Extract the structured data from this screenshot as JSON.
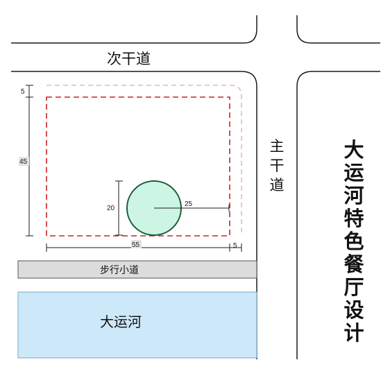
{
  "labels": {
    "secondary_road": "次干道",
    "main_road": "主干道",
    "walkway": "步行小道",
    "river": "大运河",
    "title": "大运河特色餐厅设计"
  },
  "dimensions": {
    "top_setback": "5",
    "site_depth": "45",
    "circle_diameter": "20",
    "circle_radius": "25",
    "site_width": "55",
    "side_setback": "5"
  },
  "colors": {
    "river_fill": "#cde9f9",
    "walkway_fill": "#dcdcdc",
    "circle_fill": "#cdf5e4",
    "circle_stroke": "#1d5a3d",
    "site_line": "#cc2222",
    "setback_line": "#e8a6a6"
  }
}
